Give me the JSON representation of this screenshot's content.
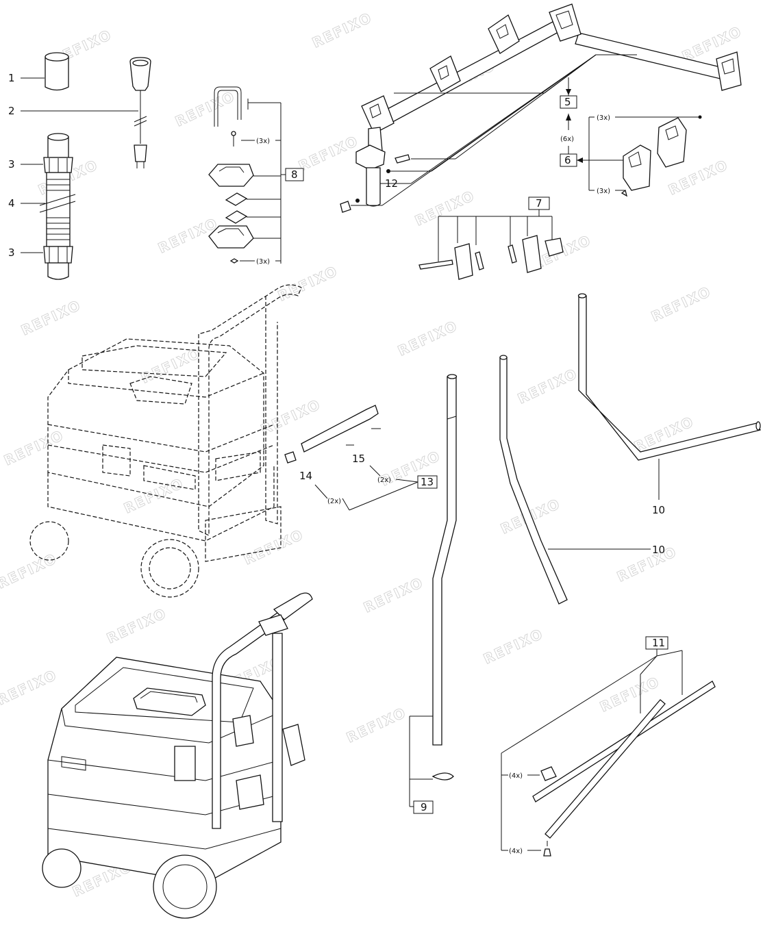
{
  "watermark": "REFIXO",
  "callouts": {
    "c1": "1",
    "c2": "2",
    "c3a": "3",
    "c4": "4",
    "c3b": "3",
    "c5": "5",
    "c6": "6",
    "c7": "7",
    "c8": "8",
    "c9": "9",
    "c10a": "10",
    "c10b": "10",
    "c11": "11",
    "c12": "12",
    "c13": "13",
    "c14": "14",
    "c15": "15"
  },
  "quantities": {
    "q8a": "(3x)",
    "q8b": "(3x)",
    "q6a": "(3x)",
    "q6b": "(6x)",
    "q6c": "(3x)",
    "q15": "(2x)",
    "q14": "(2x)",
    "q11a": "(4x)",
    "q11b": "(4x)"
  }
}
